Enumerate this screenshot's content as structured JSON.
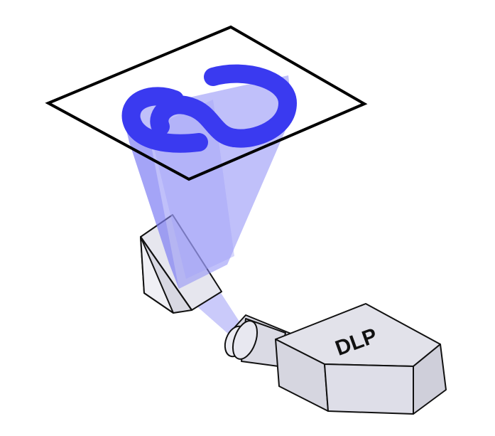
{
  "diagram": {
    "projector": {
      "label": "DLP"
    },
    "colors": {
      "pattern": "#3a3af0",
      "beam": "#8a8af5",
      "prism_fill": "#e4e4ec",
      "projector_top": "#e2e2ea",
      "projector_side": "#d6d6e0",
      "outline": "#000000"
    },
    "components": {
      "build_plane": "build-plate-square-outline",
      "pattern": "s-shaped-projected-pattern",
      "beam": "light-cone",
      "mirror": "triangular-prism",
      "lens": "projection-lens",
      "projector": "dlp-projector"
    }
  }
}
